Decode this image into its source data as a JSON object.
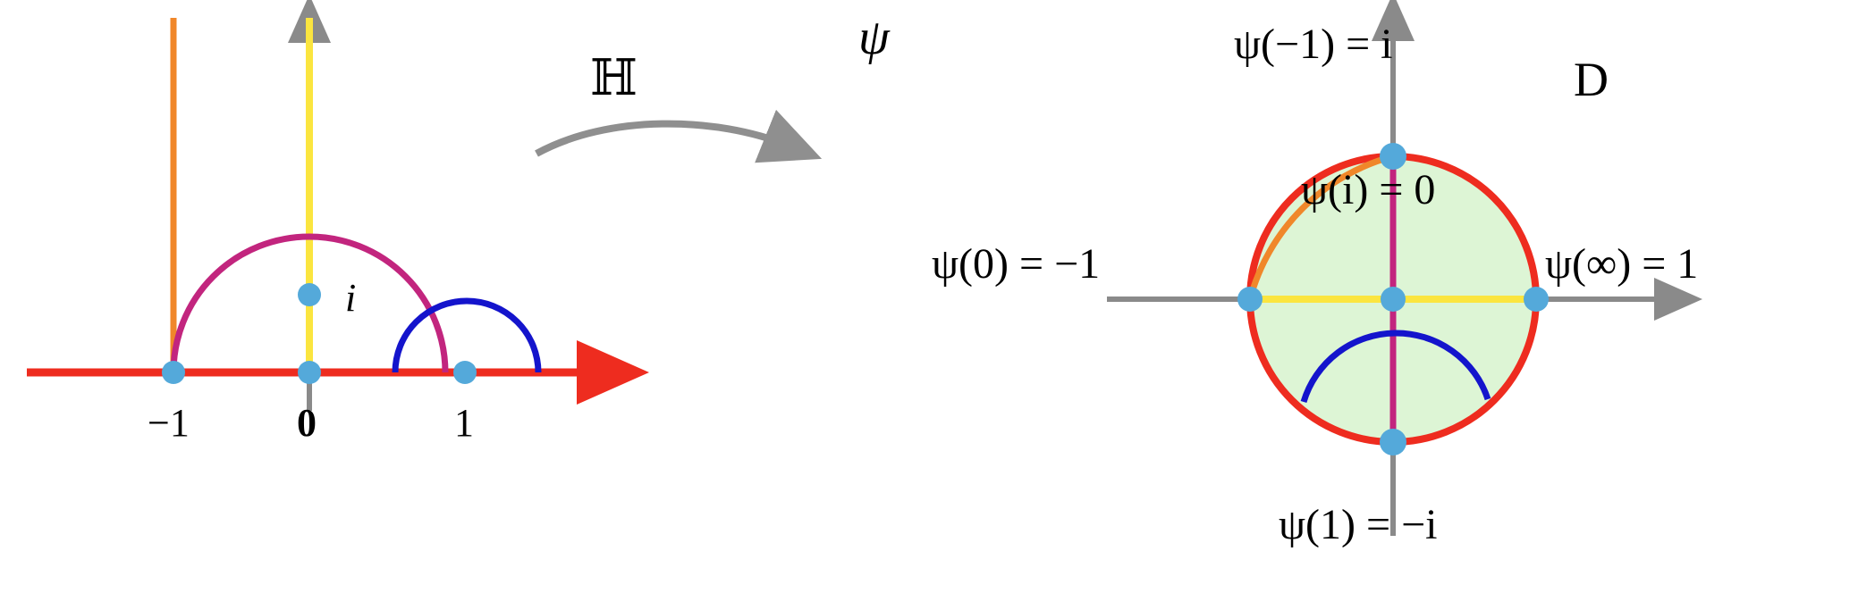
{
  "figure": {
    "title_left": "ℍ",
    "title_right": "D",
    "map_symbol": "ψ"
  },
  "left_plane": {
    "name": "upper-half-plane",
    "domain_label": "ℍ",
    "axis_ticks": [
      {
        "id": "minus-one",
        "label": "−1",
        "bold": false
      },
      {
        "id": "zero",
        "label": "0",
        "bold": true
      },
      {
        "id": "one",
        "label": "1",
        "bold": false
      }
    ],
    "point_i_label": "i",
    "curves": [
      {
        "id": "real-axis",
        "color": "#e8291c",
        "kind": "axis-line"
      },
      {
        "id": "imaginary-axis",
        "color": "#808080",
        "kind": "axis-line"
      },
      {
        "id": "vertical-geodesic-at-minus-one",
        "color": "#f0872a",
        "kind": "vertical-ray"
      },
      {
        "id": "vertical-geodesic-at-zero",
        "color": "#fbe53f",
        "kind": "vertical-ray"
      },
      {
        "id": "geodesic-minus-one-to-one",
        "color": "#c2257e",
        "kind": "semicircle"
      },
      {
        "id": "geodesic-small-blue",
        "color": "#1414cc",
        "kind": "semicircle"
      }
    ]
  },
  "right_disk": {
    "name": "unit-disk",
    "domain_label": "D",
    "fill_color": "#ddf5d5",
    "boundary_color": "#ee2c1f",
    "labels": [
      {
        "id": "psi-of-minus-one",
        "text": "ψ(−1) = i"
      },
      {
        "id": "psi-of-i",
        "text": "ψ(i) = 0"
      },
      {
        "id": "psi-of-zero",
        "text": "ψ(0) = −1"
      },
      {
        "id": "psi-of-infinity",
        "text": "ψ(∞) = 1"
      },
      {
        "id": "psi-of-one",
        "text": "ψ(1) = −i"
      }
    ],
    "curves": [
      {
        "id": "horizontal-diameter",
        "color": "#fbe53f",
        "kind": "diameter"
      },
      {
        "id": "vertical-diameter",
        "color": "#c2257e",
        "kind": "diameter"
      },
      {
        "id": "image-of-orange-ray",
        "color": "#f0872a",
        "kind": "arc"
      },
      {
        "id": "image-of-blue-geodesic",
        "color": "#1414cc",
        "kind": "arc"
      },
      {
        "id": "real-axis-grey",
        "color": "#8a8a8a",
        "kind": "axis-line"
      },
      {
        "id": "imaginary-axis-grey",
        "color": "#8a8a8a",
        "kind": "axis-line"
      }
    ]
  },
  "arrow": {
    "id": "mapping-arrow",
    "label": "ψ",
    "color": "#8f8f8f"
  },
  "colors": {
    "dot_fill": "#54a9da",
    "red": "#ee2c1f",
    "orange": "#f0872a",
    "yellow": "#fbe53f",
    "magenta": "#c2257e",
    "blue": "#1414cc",
    "grey": "#8a8a8a",
    "green_fill": "#ddf5d5"
  }
}
